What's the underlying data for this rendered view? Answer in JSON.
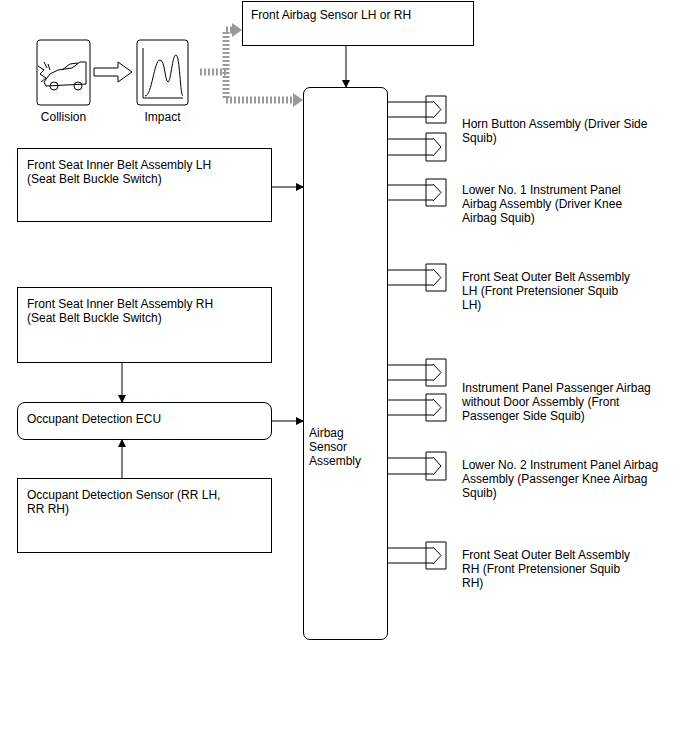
{
  "diagram": {
    "nodes": [
      {
        "text": [
          "Front Airbag Sensor LH or RH"
        ]
      },
      {
        "text": [
          "Front Seat Inner Belt Assembly LH (Seat Belt Buckle Switch)"
        ]
      },
      {
        "text": [
          "Front Seat Inner Belt Assembly RH (Seat Belt Buckle Switch)"
        ]
      },
      {
        "text": [
          "Occupant Detection ECU"
        ]
      },
      {
        "text": [
          "Occupant Detection Sensor (RR LH, RR RH)"
        ]
      },
      {
        "text": [
          "Airbag Sensor Assembly"
        ]
      }
    ],
    "edges": [
      {
        "from": 0,
        "to": 5,
        "arrow": "to"
      },
      {
        "from": 1,
        "to": 5,
        "arrow": "to"
      },
      {
        "from": 2,
        "to": 3,
        "arrow": "to"
      },
      {
        "from": 4,
        "to": 3,
        "arrow": "to"
      },
      {
        "from": 3,
        "to": 5,
        "arrow": "to"
      }
    ],
    "labels": [
      "Collision",
      "Impact",
      "Horn Button Assembly (Driver Side Squib)",
      "Lower No. 1 Instrument Panel Airbag Assembly (Driver Knee Airbag Squib)",
      "Front Seat Outer Belt Assembly LH (Front Pretensioner Squib LH)",
      "Instrument Panel Passenger Airbag without Door Assembly (Front Passenger Side Squib)",
      "Lower No. 2 Instrument Panel Airbag Assembly (Passenger Knee Airbag Squib)",
      "Front Seat Outer Belt Assembly RH (Front Pretensioner Squib RH)"
    ]
  }
}
